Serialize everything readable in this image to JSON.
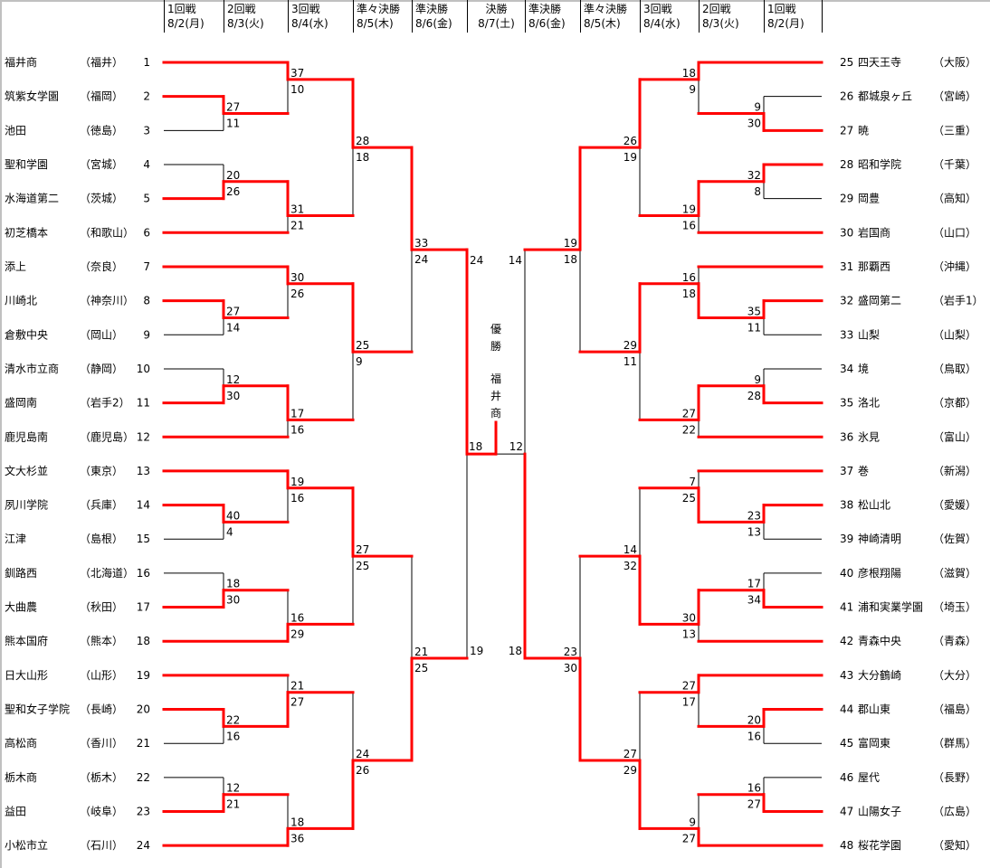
{
  "colors": {
    "win": "#ff0000",
    "line": "#000000"
  },
  "header": {
    "columns": [
      {
        "round": "1回戦",
        "date": "8/2(月)"
      },
      {
        "round": "2回戦",
        "date": "8/3(火)"
      },
      {
        "round": "3回戦",
        "date": "8/4(水)"
      },
      {
        "round": "準々決勝",
        "date": "8/5(木)"
      },
      {
        "round": "準決勝",
        "date": "8/6(金)"
      },
      {
        "round": "決勝",
        "date": "8/7(土)"
      },
      {
        "round": "準決勝",
        "date": "8/6(金)"
      },
      {
        "round": "準々決勝",
        "date": "8/5(木)"
      },
      {
        "round": "3回戦",
        "date": "8/4(水)"
      },
      {
        "round": "2回戦",
        "date": "8/3(火)"
      },
      {
        "round": "1回戦",
        "date": "8/2(月)"
      }
    ]
  },
  "champion": {
    "label": "優勝",
    "name": "福井商"
  },
  "teams": [
    {
      "seed": "1",
      "name": "福井商",
      "pref": "（福井）"
    },
    {
      "seed": "2",
      "name": "筑紫女学園",
      "pref": "（福岡）"
    },
    {
      "seed": "3",
      "name": "池田",
      "pref": "（徳島）"
    },
    {
      "seed": "4",
      "name": "聖和学園",
      "pref": "（宮城）"
    },
    {
      "seed": "5",
      "name": "水海道第二",
      "pref": "（茨城）"
    },
    {
      "seed": "6",
      "name": "初芝橋本",
      "pref": "（和歌山）"
    },
    {
      "seed": "7",
      "name": "添上",
      "pref": "（奈良）"
    },
    {
      "seed": "8",
      "name": "川崎北",
      "pref": "（神奈川）"
    },
    {
      "seed": "9",
      "name": "倉敷中央",
      "pref": "（岡山）"
    },
    {
      "seed": "10",
      "name": "清水市立商",
      "pref": "（静岡）"
    },
    {
      "seed": "11",
      "name": "盛岡南",
      "pref": "（岩手2）"
    },
    {
      "seed": "12",
      "name": "鹿児島南",
      "pref": "（鹿児島）"
    },
    {
      "seed": "13",
      "name": "文大杉並",
      "pref": "（東京）"
    },
    {
      "seed": "14",
      "name": "夙川学院",
      "pref": "（兵庫）"
    },
    {
      "seed": "15",
      "name": "江津",
      "pref": "（島根）"
    },
    {
      "seed": "16",
      "name": "釧路西",
      "pref": "（北海道）"
    },
    {
      "seed": "17",
      "name": "大曲農",
      "pref": "（秋田）"
    },
    {
      "seed": "18",
      "name": "熊本国府",
      "pref": "（熊本）"
    },
    {
      "seed": "19",
      "name": "日大山形",
      "pref": "（山形）"
    },
    {
      "seed": "20",
      "name": "聖和女子学院",
      "pref": "（長崎）"
    },
    {
      "seed": "21",
      "name": "高松商",
      "pref": "（香川）"
    },
    {
      "seed": "22",
      "name": "栃木商",
      "pref": "（栃木）"
    },
    {
      "seed": "23",
      "name": "益田",
      "pref": "（岐阜）"
    },
    {
      "seed": "24",
      "name": "小松市立",
      "pref": "（石川）"
    },
    {
      "seed": "25",
      "name": "四天王寺",
      "pref": "（大阪）"
    },
    {
      "seed": "26",
      "name": "都城泉ヶ丘",
      "pref": "（宮崎）"
    },
    {
      "seed": "27",
      "name": "暁",
      "pref": "（三重）"
    },
    {
      "seed": "28",
      "name": "昭和学院",
      "pref": "（千葉）"
    },
    {
      "seed": "29",
      "name": "岡豊",
      "pref": "（高知）"
    },
    {
      "seed": "30",
      "name": "岩国商",
      "pref": "（山口）"
    },
    {
      "seed": "31",
      "name": "那覇西",
      "pref": "（沖縄）"
    },
    {
      "seed": "32",
      "name": "盛岡第二",
      "pref": "（岩手1）"
    },
    {
      "seed": "33",
      "name": "山梨",
      "pref": "（山梨）"
    },
    {
      "seed": "34",
      "name": "境",
      "pref": "（鳥取）"
    },
    {
      "seed": "35",
      "name": "洛北",
      "pref": "（京都）"
    },
    {
      "seed": "36",
      "name": "氷見",
      "pref": "（富山）"
    },
    {
      "seed": "37",
      "name": "巻",
      "pref": "（新潟）"
    },
    {
      "seed": "38",
      "name": "松山北",
      "pref": "（愛媛）"
    },
    {
      "seed": "39",
      "name": "神崎清明",
      "pref": "（佐賀）"
    },
    {
      "seed": "40",
      "name": "彦根翔陽",
      "pref": "（滋賀）"
    },
    {
      "seed": "41",
      "name": "浦和実業学園",
      "pref": "（埼玉）"
    },
    {
      "seed": "42",
      "name": "青森中央",
      "pref": "（青森）"
    },
    {
      "seed": "43",
      "name": "大分鶴崎",
      "pref": "（大分）"
    },
    {
      "seed": "44",
      "name": "郡山東",
      "pref": "（福島）"
    },
    {
      "seed": "45",
      "name": "富岡東",
      "pref": "（群馬）"
    },
    {
      "seed": "46",
      "name": "屋代",
      "pref": "（長野）"
    },
    {
      "seed": "47",
      "name": "山陽女子",
      "pref": "（広島）"
    },
    {
      "seed": "48",
      "name": "桜花学園",
      "pref": "（愛知）"
    }
  ],
  "bracket": {
    "left": {
      "groups": [
        {
          "r1a": [
            "27",
            "11"
          ],
          "r3a": [
            "37",
            "10"
          ],
          "r1b": [
            "20",
            "26"
          ],
          "r3b": [
            "31",
            "21"
          ],
          "qf": [
            "28",
            "18"
          ]
        },
        {
          "r1a": [
            "27",
            "14"
          ],
          "r3a": [
            "30",
            "26"
          ],
          "r1b": [
            "12",
            "30"
          ],
          "r3b": [
            "17",
            "16"
          ],
          "qf": [
            "25",
            "9"
          ]
        },
        {
          "r1a": [
            "40",
            "4"
          ],
          "r3a": [
            "19",
            "16"
          ],
          "r1b": [
            "18",
            "30"
          ],
          "r3b": [
            "16",
            "29"
          ],
          "qf": [
            "27",
            "25"
          ]
        },
        {
          "r1a": [
            "22",
            "16"
          ],
          "r3a": [
            "21",
            "27"
          ],
          "r1b": [
            "12",
            "21"
          ],
          "r3b": [
            "18",
            "36"
          ],
          "qf": [
            "24",
            "26"
          ]
        }
      ],
      "sf": [
        [
          "33",
          "24"
        ],
        [
          "21",
          "25"
        ]
      ],
      "side_final": [
        "24",
        "19"
      ]
    },
    "right": {
      "groups": [
        {
          "r1a": [
            "9",
            "30"
          ],
          "r3a": [
            "18",
            "9"
          ],
          "r1b": [
            "32",
            "8"
          ],
          "r3b": [
            "19",
            "16"
          ],
          "qf": [
            "26",
            "19"
          ]
        },
        {
          "r1a": [
            "35",
            "11"
          ],
          "r3a": [
            "16",
            "18"
          ],
          "r1b": [
            "9",
            "28"
          ],
          "r3b": [
            "27",
            "22"
          ],
          "qf": [
            "29",
            "11"
          ]
        },
        {
          "r1a": [
            "23",
            "13"
          ],
          "r3a": [
            "7",
            "25"
          ],
          "r1b": [
            "17",
            "34"
          ],
          "r3b": [
            "30",
            "13"
          ],
          "qf": [
            "14",
            "32"
          ]
        },
        {
          "r1a": [
            "20",
            "16"
          ],
          "r3a": [
            "27",
            "17"
          ],
          "r1b": [
            "16",
            "27"
          ],
          "r3b": [
            "9",
            "27"
          ],
          "qf": [
            "27",
            "29"
          ]
        }
      ],
      "sf": [
        [
          "19",
          "18"
        ],
        [
          "23",
          "30"
        ]
      ],
      "side_final": [
        "14",
        "18"
      ]
    },
    "final": [
      "18",
      "12"
    ]
  }
}
